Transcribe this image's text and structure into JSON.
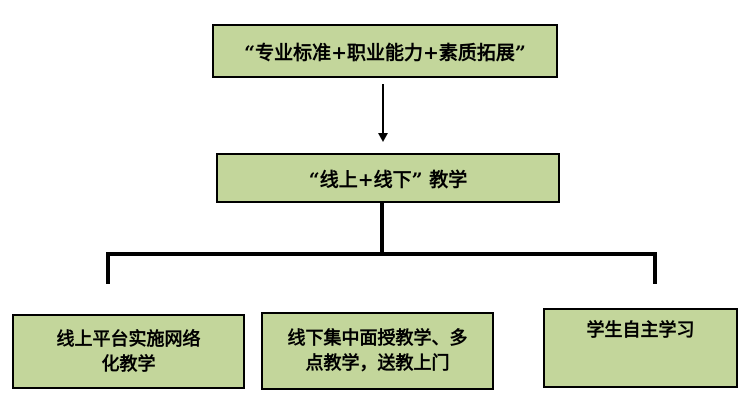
{
  "diagram": {
    "type": "flowchart",
    "colors": {
      "background": "#ffffff",
      "box_fill": "#c3d69b",
      "box_border": "#000000",
      "connector": "#000000",
      "text": "#000000"
    },
    "nodes": {
      "top": {
        "label": "“专业标准+职业能力+素质拓展”"
      },
      "middle": {
        "label": "“线上+线下” 教学"
      },
      "bottom_left": {
        "label": "线上平台实施网络\n化教学"
      },
      "bottom_center": {
        "label": "线下集中面授教学、多\n点教学，送教上门"
      },
      "bottom_right": {
        "label": "学生自主学习"
      }
    },
    "edges": [
      {
        "from": "top",
        "to": "middle",
        "style": "thin-arrow"
      },
      {
        "from": "middle",
        "to": "bottom_left",
        "style": "thick-bracket"
      },
      {
        "from": "middle",
        "to": "bottom_center",
        "style": "thick-bracket"
      },
      {
        "from": "middle",
        "to": "bottom_right",
        "style": "thick-bracket"
      }
    ]
  }
}
